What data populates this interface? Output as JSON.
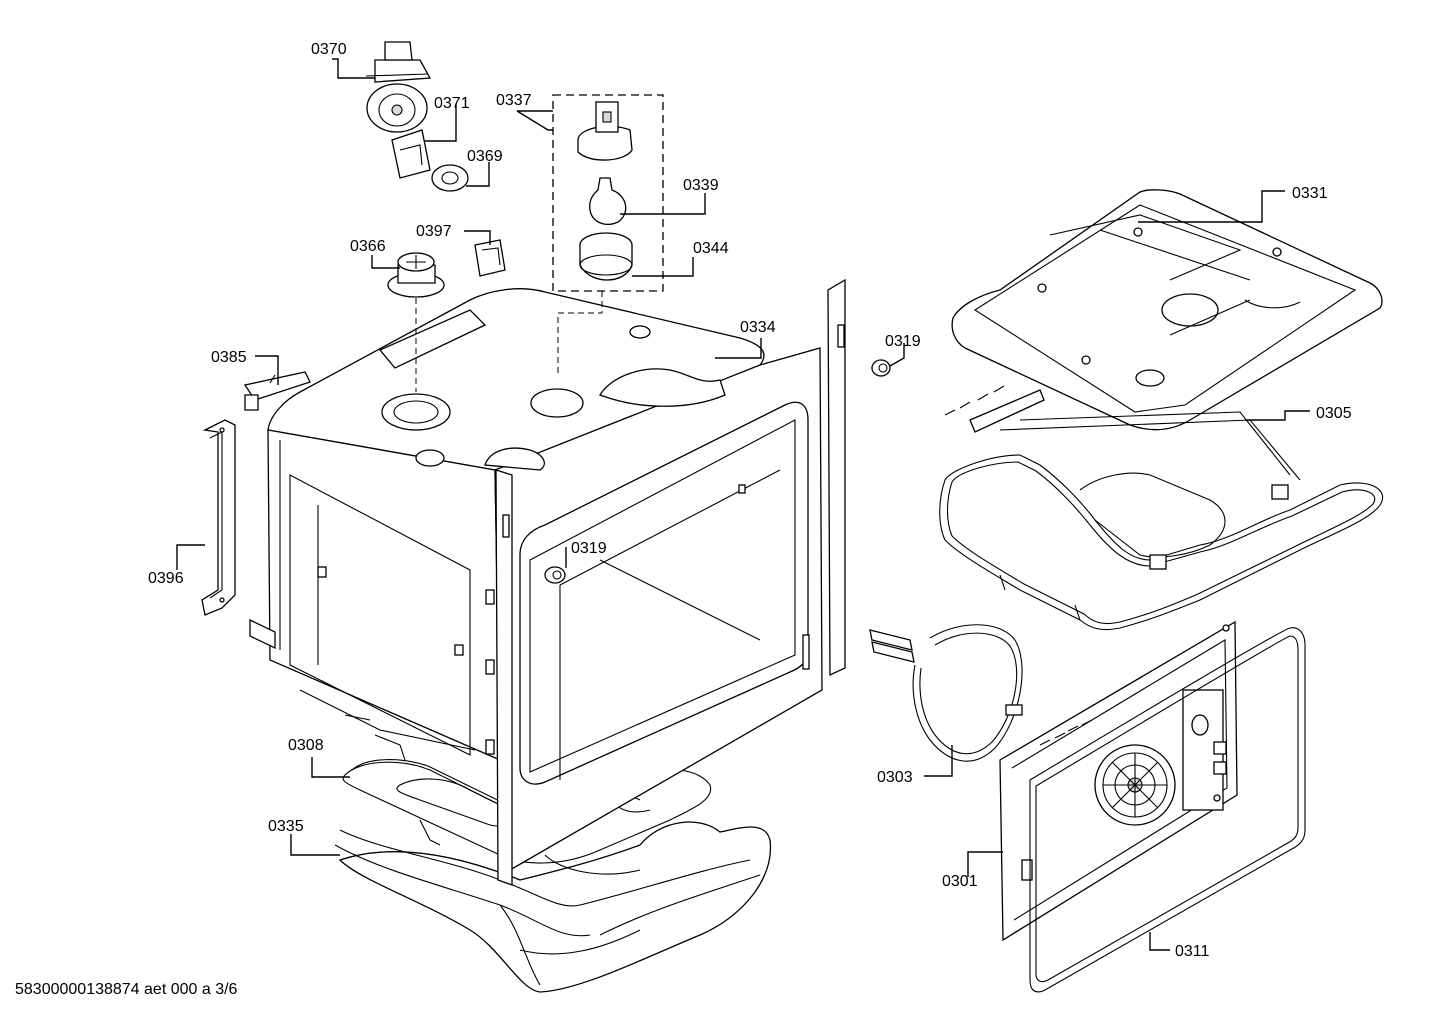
{
  "labels": {
    "p0370": "0370",
    "p0371": "0371",
    "p0337": "0337",
    "p0369": "0369",
    "p0339": "0339",
    "p0397": "0397",
    "p0366": "0366",
    "p0344": "0344",
    "p0331": "0331",
    "p0334": "0334",
    "p0385": "0385",
    "p0319a": "0319",
    "p0319b": "0319",
    "p0305": "0305",
    "p0396": "0396",
    "p0308": "0308",
    "p0303": "0303",
    "p0335": "0335",
    "p0301": "0301",
    "p0311": "0311"
  },
  "footer": "58300000138874 aet 000 a 3/6"
}
